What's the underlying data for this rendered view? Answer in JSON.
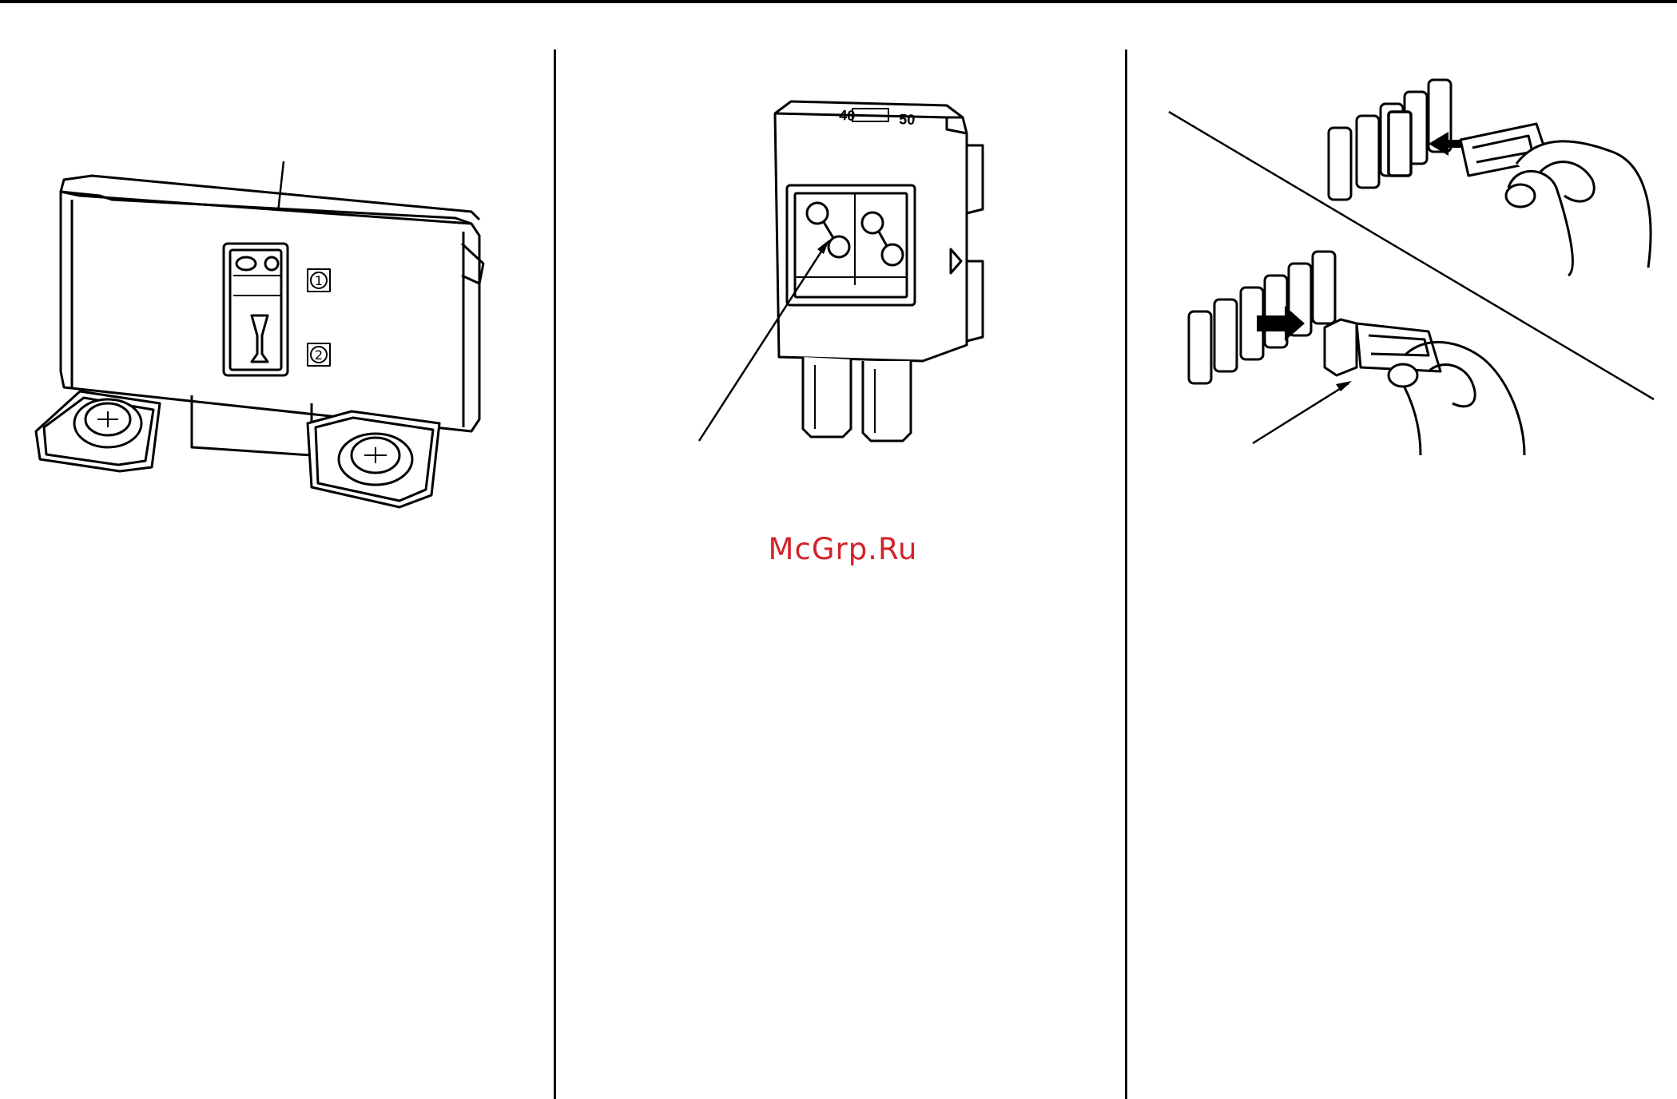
{
  "watermark": {
    "text": "McGrp.Ru",
    "color": "#d2232a"
  },
  "figure_relay": {
    "callouts": [
      "1",
      "2"
    ]
  },
  "figure_fuse": {
    "label": "40",
    "label_right": "50"
  },
  "colors": {
    "ink": "#000000",
    "paper": "#ffffff"
  }
}
